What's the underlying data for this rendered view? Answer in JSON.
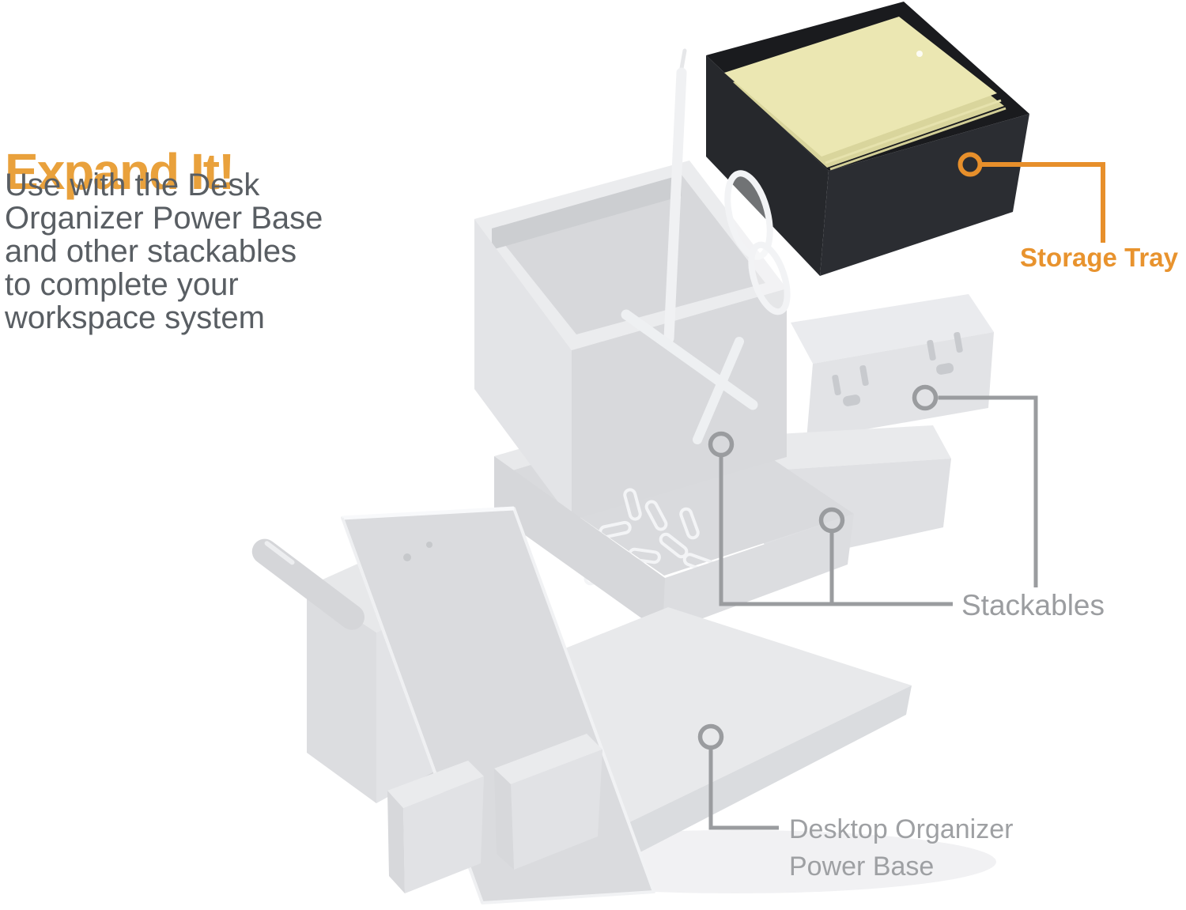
{
  "colors": {
    "accent_orange": "#E9A13C",
    "callout_orange": "#E78F2B",
    "storage_label_orange": "#E8932E",
    "callout_gray": "#9A9C9F",
    "label_gray": "#9EA0A3",
    "body_text_gray": "#595E63",
    "tray_black_left": "#26282C",
    "tray_black_right": "#2B2D32",
    "tray_black_top": "#1A1B1E",
    "notes_yellow": "#EBE7B2",
    "notes_yellow_edge": "#D9D59C",
    "ghost_gray": "#E1E2E5",
    "background": "#FFFFFF"
  },
  "heading": {
    "title": "Expand It!",
    "body": "Use with the Desk\nOrganizer Power Base\nand other stackables\nto complete your\nworkspace system"
  },
  "callouts": {
    "storage_tray": {
      "label": "Storage Tray"
    },
    "stackables": {
      "label": "Stackables"
    },
    "power_base": {
      "line1": "Desktop Organizer",
      "line2": "Power Base"
    }
  },
  "illustration": {
    "parts": [
      "storage-tray-with-sticky-notes",
      "pen-cup-with-pens-and-scissors",
      "power-outlet-stackable",
      "paperclip-tray-stackable",
      "desktop-organizer-power-base-with-phone"
    ]
  }
}
